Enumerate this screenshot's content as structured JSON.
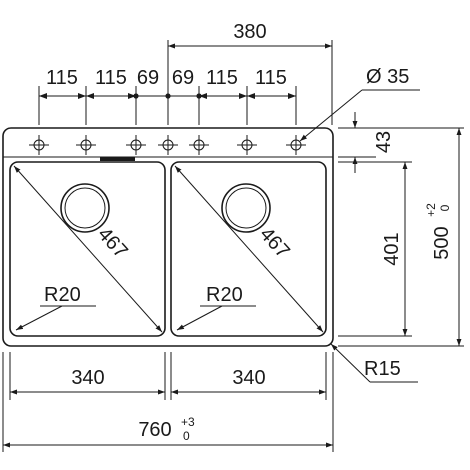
{
  "drawing": {
    "top_overall_width": "380",
    "hole_spacing": [
      "115",
      "115",
      "69",
      "69",
      "115",
      "115"
    ],
    "hole_diameter": "Ø 35",
    "hole_edge_offset": "43",
    "bowl_depth": "401",
    "overall_depth": {
      "value": "500",
      "tol_upper": "+2",
      "tol_lower": "0"
    },
    "bowl_diagonal_left": "467",
    "bowl_diagonal_right": "467",
    "bowl_radius_left": "R20",
    "bowl_radius_right": "R20",
    "corner_radius": "R15",
    "bowl_width_left": "340",
    "bowl_width_right": "340",
    "overall_width": {
      "value": "760",
      "tol_upper": "+3",
      "tol_lower": "0"
    }
  }
}
